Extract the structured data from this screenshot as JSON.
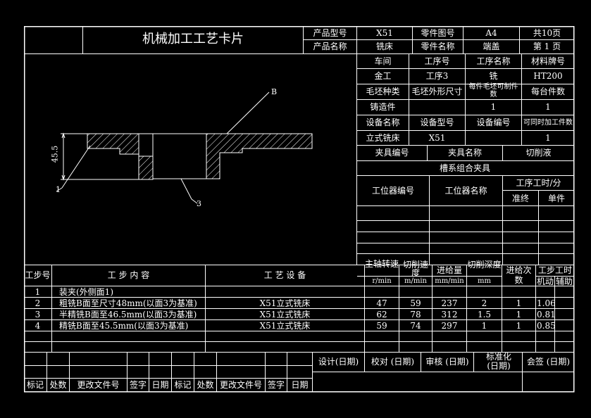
{
  "title": "机械加工工艺卡片",
  "header": {
    "product_model_label": "产品型号",
    "product_model": "X51",
    "part_drawing_label": "零件图号",
    "part_drawing": "A4",
    "total_pages": "共10页",
    "product_name_label": "产品名称",
    "product_name": "铣床",
    "part_name_label": "零件名称",
    "part_name": "端盖",
    "page_no": "第 1 页"
  },
  "info": {
    "workshop_label": "车间",
    "op_no_label": "工序号",
    "op_name_label": "工序名称",
    "material_label": "材料牌号",
    "workshop": "金工",
    "op_no": "工序3",
    "op_name": "铣",
    "material": "HT200",
    "blank_type_label": "毛坯种类",
    "blank_size_label": "毛坯外形尺寸",
    "parts_per_blank_label": "每件毛坯可制件数",
    "parts_per_machine_label": "每台件数",
    "blank_type": "铸造件",
    "parts_per_blank": "1",
    "parts_per_machine": "1",
    "equip_name_label": "设备名称",
    "equip_model_label": "设备型号",
    "equip_no_label": "设备编号",
    "concurrent_label": "可同时加工件数",
    "equip_name": "立式铣床",
    "equip_model": "X51",
    "concurrent": "1",
    "fixture_no_label": "夹具编号",
    "fixture_name_label": "夹具名称",
    "coolant_label": "切削液",
    "fixture_name": "槽系组合夹具",
    "station_no_label": "工位器编号",
    "station_name_label": "工位器名称",
    "op_time_label": "工序工时/分",
    "prep_label": "准终",
    "unit_label": "单件"
  },
  "drawing": {
    "dim": "45.5",
    "label_b": "B",
    "label_1": "1",
    "label_3": "3"
  },
  "steps_header": {
    "step_no": "工步号",
    "content": "工 步 内 容",
    "equipment": "工 艺 设 备",
    "spindle_speed": "主轴转速",
    "cut_speed": "切削速度",
    "feed": "进给量",
    "depth": "切削深度",
    "passes": "进给次数",
    "step_time": "工步工时",
    "rpm": "r/min",
    "mmin": "m/min",
    "mmmin": "mm/min",
    "mm": "mm",
    "machine": "机动",
    "aux": "辅助"
  },
  "steps": [
    {
      "no": "1",
      "content": "装夹(外侧面1)",
      "equipment": "",
      "rpm": "",
      "speed": "",
      "feed": "",
      "depth": "",
      "passes": "",
      "time": ""
    },
    {
      "no": "2",
      "content": "粗铣B面至尺寸48mm(以面3为基准)",
      "equipment": "X51立式铣床",
      "rpm": "47",
      "speed": "59",
      "feed": "237",
      "depth": "2",
      "passes": "1",
      "time": "1.06"
    },
    {
      "no": "3",
      "content": "半精铣B面至46.5mm(以面3为基准)",
      "equipment": "X51立式铣床",
      "rpm": "62",
      "speed": "78",
      "feed": "312",
      "depth": "1.5",
      "passes": "1",
      "time": "0.81"
    },
    {
      "no": "4",
      "content": "精铣B面至45.5mm(以面3为基准)",
      "equipment": "X51立式铣床",
      "rpm": "59",
      "speed": "74",
      "feed": "297",
      "depth": "1",
      "passes": "1",
      "time": "0.85"
    }
  ],
  "footer": {
    "design": "设计(日期)",
    "check": "校对 (日期)",
    "review": "审核 (日期)",
    "standard": "标准化(日期)",
    "countersign": "会签 (日期)",
    "mark": "标记",
    "count": "处数",
    "change_doc": "更改文件号",
    "sign": "签字",
    "date": "日期"
  },
  "colors": {
    "background": "#000000",
    "lines": "#ffffff"
  }
}
